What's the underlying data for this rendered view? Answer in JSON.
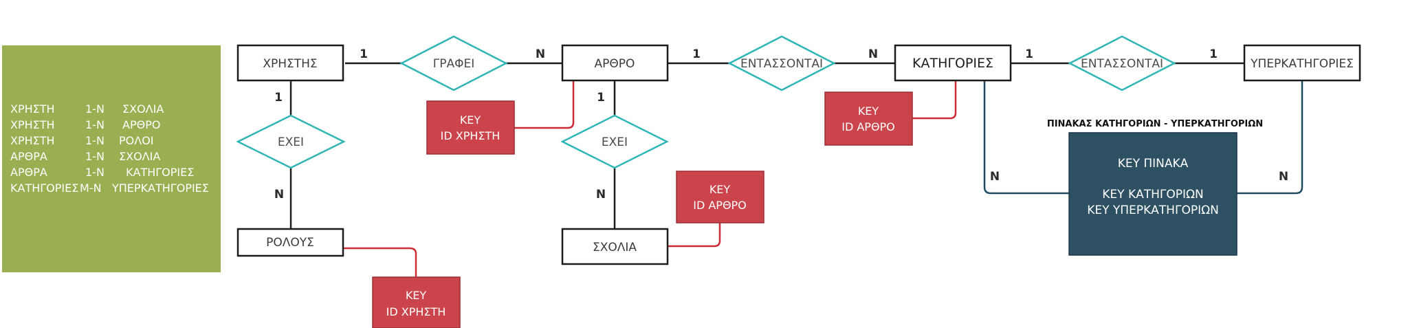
{
  "colors": {
    "legend_bg": "#9aae52",
    "entity_stroke": "#1a1a1a",
    "relationship_stroke": "#2fb5b5",
    "key_box": "#cc444b",
    "key_connector": "#cf2b36",
    "table_box": "#2e5063",
    "table_connector": "#1f4b63"
  },
  "legend": {
    "rows": [
      {
        "left": "ΧΡΗΣΤΗ",
        "card": "1-N",
        "right": "ΣΧΟΛΙΑ"
      },
      {
        "left": "ΧΡΗΣΤΗ",
        "card": "1-N",
        "right": "ΑΡΘΡΟ"
      },
      {
        "left": "ΧΡΗΣΤΗ",
        "card": "1-N",
        "right": "ΡΟΛΟΙ"
      },
      {
        "left": "ΑΡΘΡΑ",
        "card": "1-N",
        "right": "ΣΧΟΛΙΑ"
      },
      {
        "left": "ΑΡΘΡΑ",
        "card": "1-N",
        "right": "ΚΑΤΗΓΟΡΙΕΣ"
      },
      {
        "left": "ΚΑΤΗΓΟΡΙΕΣ",
        "card": "M-N",
        "right": "ΥΠΕΡΚΑΤΗΓΟΡΙΕΣ"
      }
    ]
  },
  "entities": {
    "users": "ΧΡΗΣΤΗΣ",
    "article": "ΑΡΘΡΟ",
    "categories": "ΚΑΤΗΓΟΡΙΕΣ",
    "supercategories": "ΥΠΕΡΚΑΤΗΓΟΡΙΕΣ",
    "roles": "ΡΟΛΟΥΣ",
    "comments": "ΣΧΟΛΙΑ"
  },
  "relationships": {
    "writes": "ΓΡΑΦΕΙ",
    "belongs_1": "ΕΝΤΑΣΣΟΝΤΑΙ",
    "belongs_2": "ΕΝΤΑΣΣΟΝΤΑΙ",
    "has_users": "ΕΧΕΙ",
    "has_article": "ΕΧΕΙ"
  },
  "cardinalities": {
    "users_writes": "1",
    "writes_article": "N",
    "article_belongs": "1",
    "belongs_categories": "N",
    "categories_belongs": "1",
    "belongs_super": "1",
    "users_has": "1",
    "has_roles": "N",
    "article_has": "1",
    "has_comments": "N",
    "categories_table": "N",
    "super_table": "N"
  },
  "keys": {
    "article_key": {
      "line1": "KEY",
      "line2": "ID ΧΡΗΣΤΗ"
    },
    "categories_key": {
      "line1": "KEY",
      "line2": "ID ΑΡΘΡΟ"
    },
    "comments_key": {
      "line1": "KEY",
      "line2": "ID ΑΡΘΡΟ"
    },
    "roles_key": {
      "line1": "KEY",
      "line2": "ID ΧΡΗΣΤΗ"
    }
  },
  "junction_table": {
    "title": "ΠΙΝΑΚΑΣ ΚΑΤΗΓΟΡΙΩΝ - ΥΠΕΡΚΑΤΗΓΟΡΙΩΝ",
    "line1": "KEY ΠΙΝΑΚΑ",
    "line2": "KEY ΚΑΤΗΓΟΡΙΩΝ",
    "line3": "KEY ΥΠΕΡΚΑΤΗΓΟΡΙΩΝ"
  }
}
